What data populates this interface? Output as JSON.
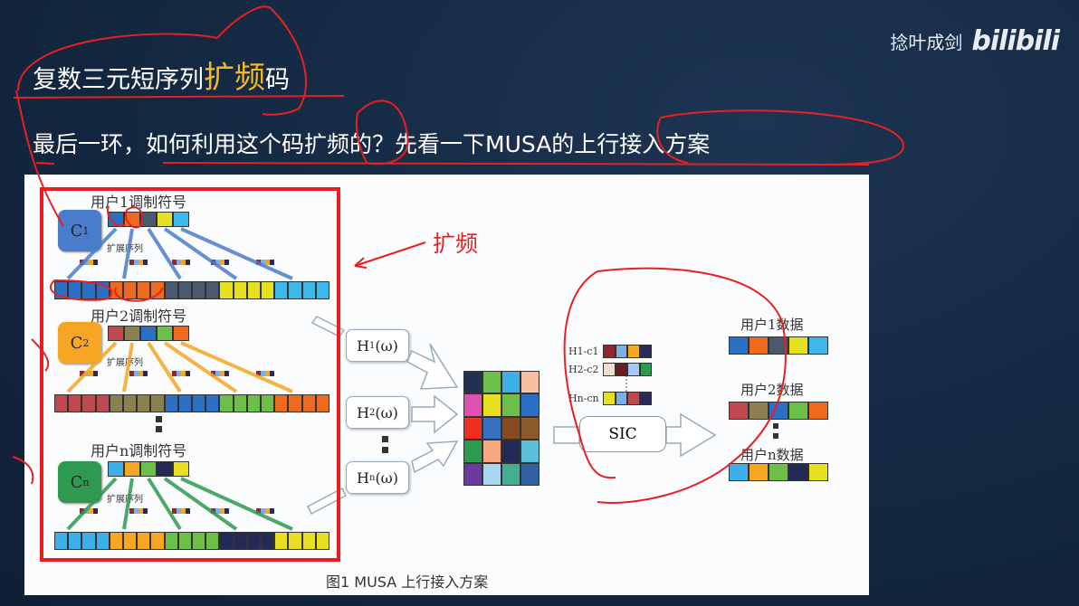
{
  "slide": {
    "title_prefix": "复数三元短序列",
    "title_highlight": "扩频",
    "title_suffix": "码",
    "subtitle": "最后一环，如何利用这个码扩频的？先看一下MUSA的上行接入方案",
    "logo_author": "捻叶成剑",
    "logo_brand": "bilibili",
    "annotation": "扩频",
    "highlight_color": "#f5b820",
    "annotation_color": "#e82020"
  },
  "figure": {
    "caption": "图1   MUSA 上行接入方案",
    "spread_label": "扩展序列",
    "users": [
      {
        "label": "用户1调制符号",
        "code": "C",
        "code_sub": "1",
        "box_color": "#4a7ccc",
        "arrow_color": "#4a7ccc",
        "symbols": [
          "#2a6fc4",
          "#ee6a1e",
          "#4a5a6e",
          "#e6e01e",
          "#3db8ec"
        ]
      },
      {
        "label": "用户2调制符号",
        "code": "C",
        "code_sub": "2",
        "box_color": "#f6a623",
        "arrow_color": "#f6a623",
        "symbols": [
          "#c0474e",
          "#8a8050",
          "#2a6fc4",
          "#6cc04a",
          "#ee6a1e"
        ]
      },
      {
        "label": "用户n调制符号",
        "code": "C",
        "code_sub": "n",
        "box_color": "#2e9a50",
        "arrow_color": "#2e9a50",
        "symbols": [
          "#3db0ec",
          "#f6a623",
          "#6cc04a",
          "#222a55",
          "#e6e01e"
        ]
      }
    ],
    "channels": [
      {
        "h": "H",
        "sub": "1",
        "arg": "(ω)"
      },
      {
        "h": "H",
        "sub": "2",
        "arg": "(ω)"
      },
      {
        "h": "H",
        "sub": "n",
        "arg": "(ω)"
      }
    ],
    "matrix": [
      [
        "#223055",
        "#6cc04a",
        "#3db0ec",
        "#f8c0a0"
      ],
      [
        "#e050b0",
        "#e6e01e",
        "#6cc04a",
        "#2a6fc4"
      ],
      [
        "#ee3020",
        "#3a70c0",
        "#8a4a20",
        "#8a5a2a"
      ],
      [
        "#2e9a50",
        "#f8a880",
        "#222a55",
        "#5ac0d8"
      ],
      [
        "#6a3aa0",
        "#a8d8f0",
        "#40b090",
        "#3060a0"
      ]
    ],
    "hc": [
      {
        "label": "H1-c1",
        "colors": [
          "#8a2a30",
          "#7ab0e8",
          "#f6a623",
          "#2a2a55"
        ]
      },
      {
        "label": "H2-c2",
        "colors": [
          "#f0ddd0",
          "#6a1e22",
          "#a8c8f0",
          "#2e9a50"
        ]
      },
      {
        "label": "Hn-cn",
        "colors": [
          "#e6e01e",
          "#7ab0e8",
          "#c0474e",
          "#2a2a55"
        ]
      }
    ],
    "sic_label": "SIC",
    "outputs": [
      {
        "label": "用户1数据",
        "colors": [
          "#2a6fc4",
          "#ee6a1e",
          "#4a5a6e",
          "#e6e01e",
          "#3db8ec"
        ]
      },
      {
        "label": "用户2数据",
        "colors": [
          "#c0474e",
          "#8a8050",
          "#2a6fc4",
          "#6cc04a",
          "#ee6a1e"
        ]
      },
      {
        "label": "用户n数据",
        "colors": [
          "#3db0ec",
          "#f6a623",
          "#6cc04a",
          "#222a55",
          "#e6e01e"
        ]
      }
    ]
  }
}
